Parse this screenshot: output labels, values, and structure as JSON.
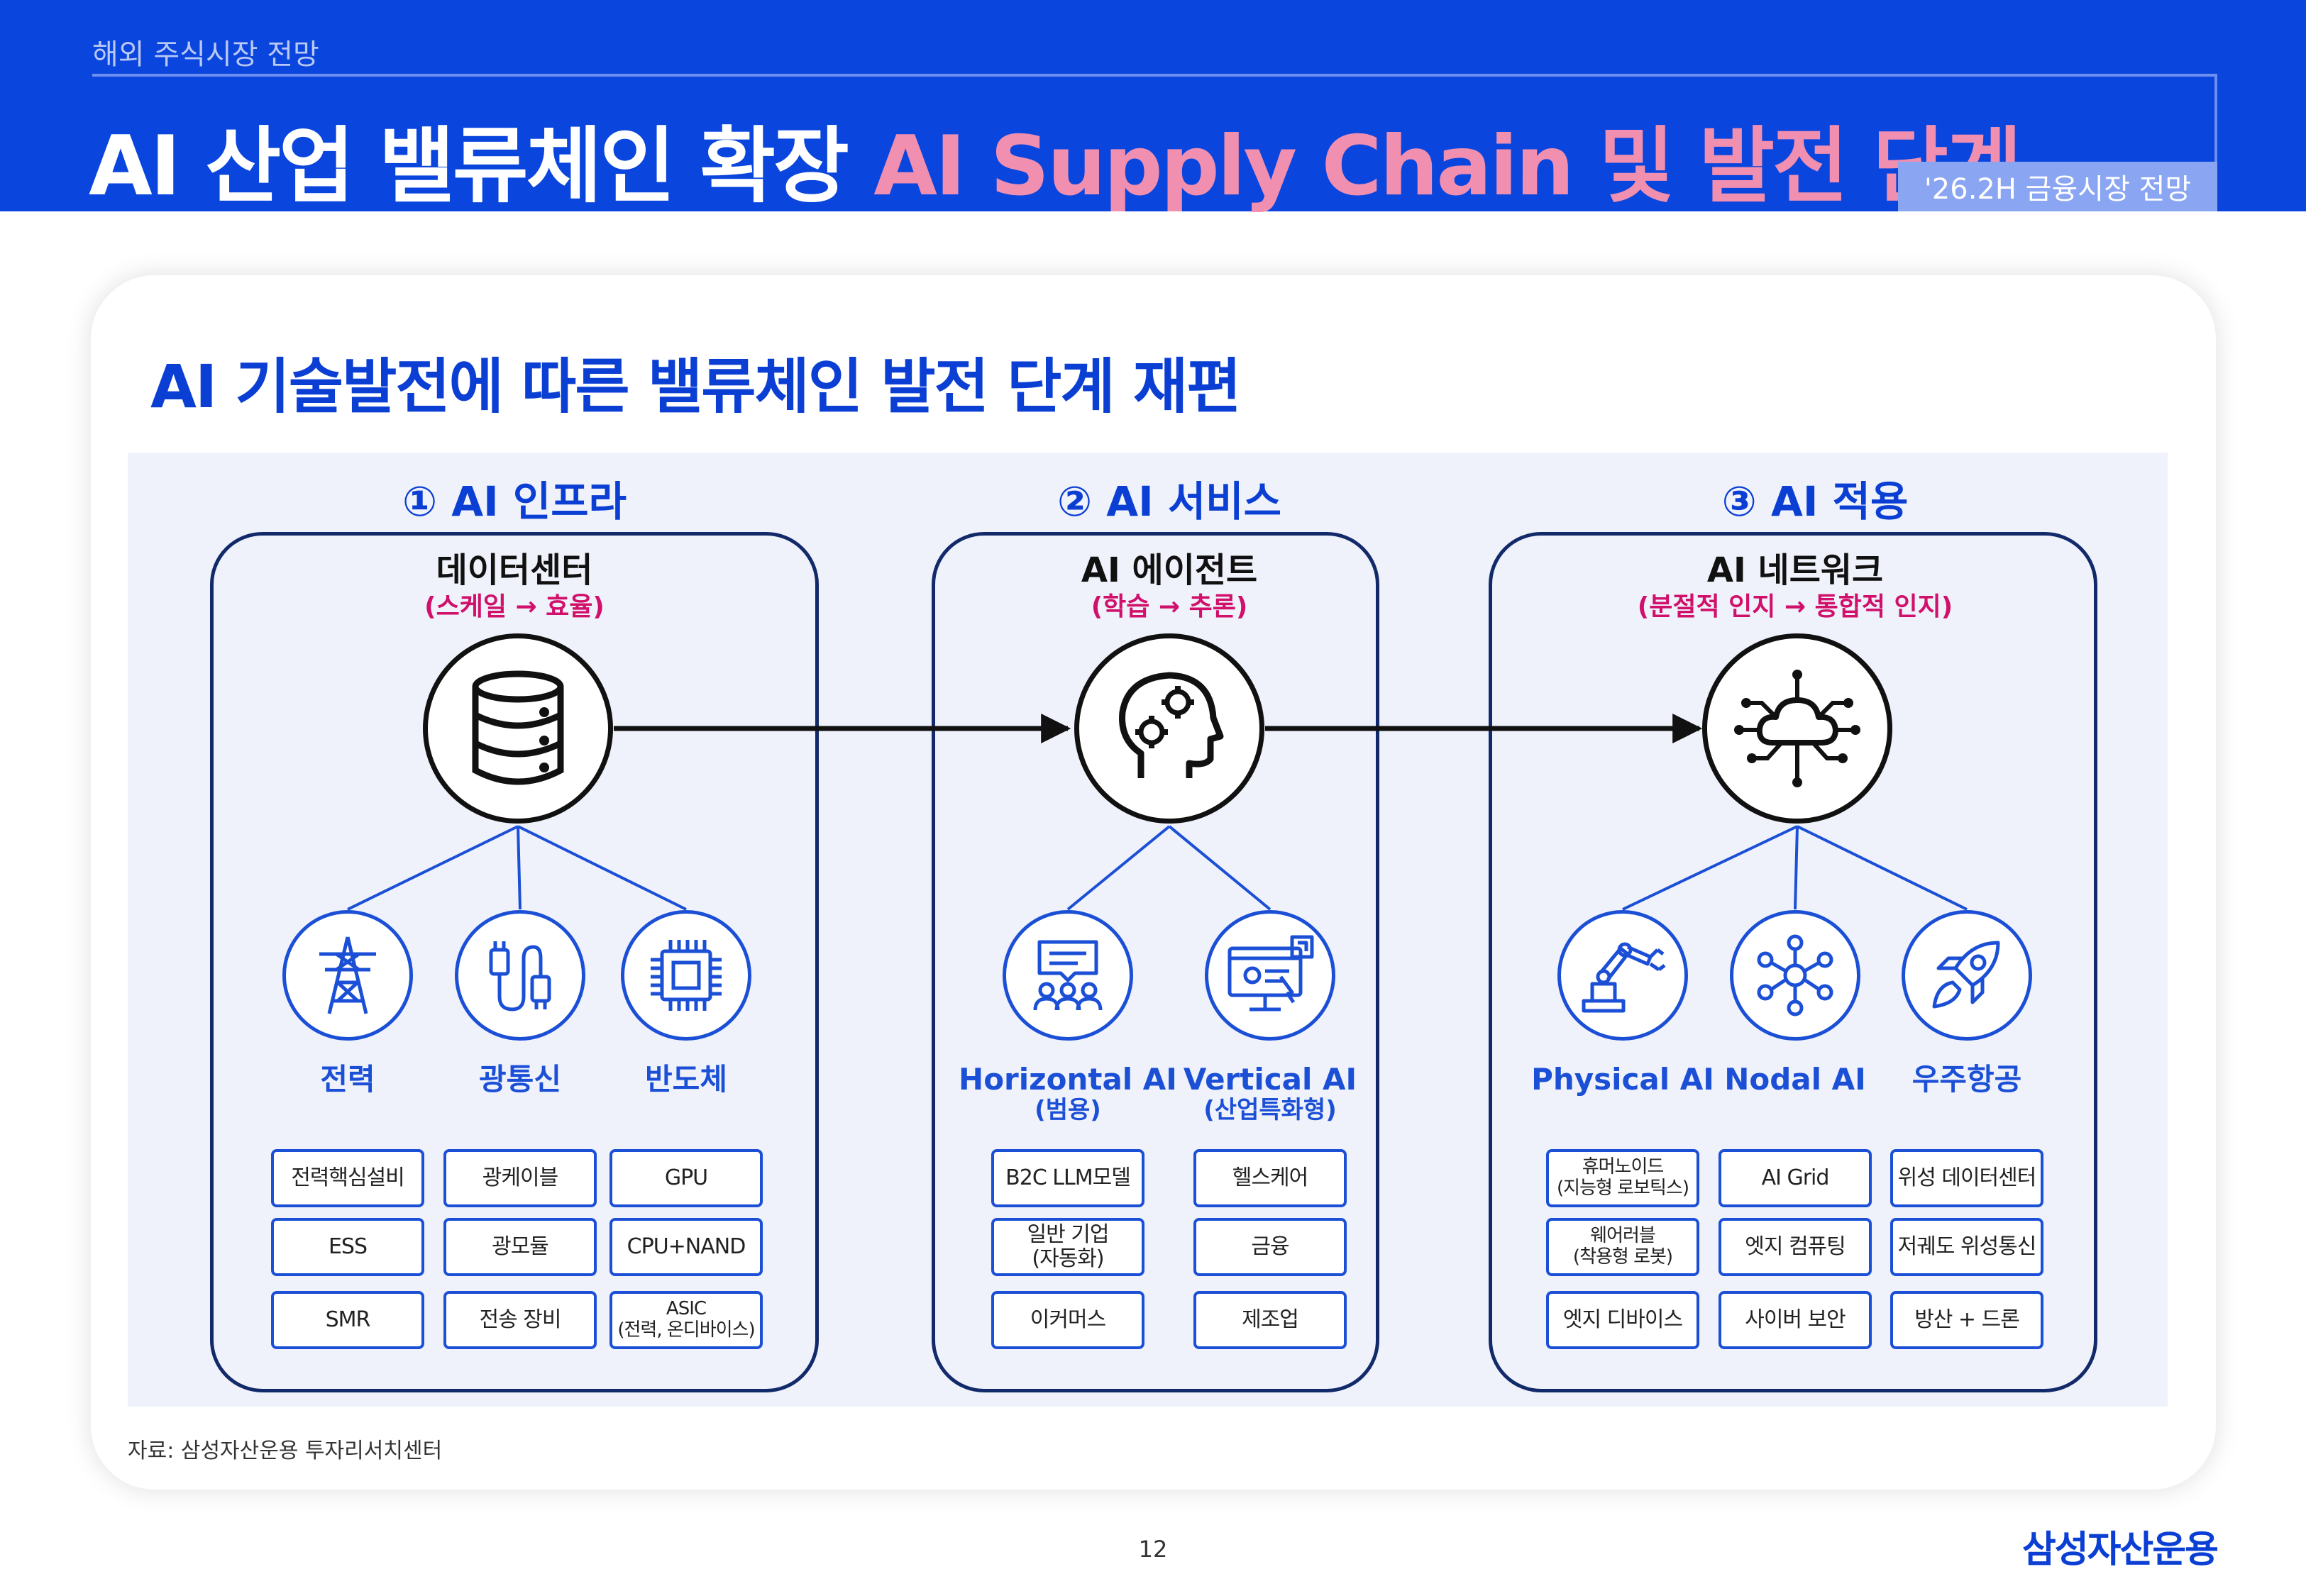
{
  "header": {
    "section": "해외 주식시장 전망",
    "title_main": "AI 산업 밸류체인 확장",
    "title_accent": "AI Supply Chain 및 발전 단계",
    "period": "'26.2H 금융시장 전망"
  },
  "card": {
    "title": "AI 기술발전에 따른 밸류체인 발전 단계 재편"
  },
  "stages": [
    {
      "stage": "① AI 인프라",
      "title": "데이터센터",
      "subtitle": "(스케일 → 효율)",
      "icon": "database-icon",
      "branches": [
        {
          "label": "전력",
          "paren": "",
          "icon": "power-tower-icon",
          "tags": [
            "전력핵심설비",
            "ESS",
            "SMR"
          ]
        },
        {
          "label": "광통신",
          "paren": "",
          "icon": "optical-cable-icon",
          "tags": [
            "광케이블",
            "광모듈",
            "전송 장비"
          ]
        },
        {
          "label": "반도체",
          "paren": "",
          "icon": "chip-icon",
          "tags": [
            "GPU",
            "CPU+NAND",
            "ASIC\n(전력, 온디바이스)"
          ]
        }
      ]
    },
    {
      "stage": "② AI 서비스",
      "title": "AI 에이전트",
      "subtitle": "(학습 → 추론)",
      "icon": "brain-gears-icon",
      "branches": [
        {
          "label": "Horizontal AI",
          "paren": "(범용)",
          "icon": "chat-users-icon",
          "tags": [
            "B2C LLM모델",
            "일반 기업\n(자동화)",
            "이커머스"
          ]
        },
        {
          "label": "Vertical AI",
          "paren": "(산업특화형)",
          "icon": "monitor-profile-icon",
          "tags": [
            "헬스케어",
            "금융",
            "제조업"
          ]
        }
      ]
    },
    {
      "stage": "③ AI 적용",
      "title": "AI 네트워크",
      "subtitle": "(분절적 인지 → 통합적 인지)",
      "icon": "cloud-network-icon",
      "branches": [
        {
          "label": "Physical AI",
          "paren": "",
          "icon": "robot-arm-icon",
          "tags": [
            "휴머노이드\n(지능형 로보틱스)",
            "웨어러블\n(착용형 로봇)",
            "엣지 디바이스"
          ]
        },
        {
          "label": "Nodal AI",
          "paren": "",
          "icon": "node-network-icon",
          "tags": [
            "AI Grid",
            "엣지 컴퓨팅",
            "사이버 보안"
          ]
        },
        {
          "label": "우주항공",
          "paren": "",
          "icon": "rocket-icon",
          "tags": [
            "위성 데이터센터",
            "저궤도 위성통신",
            "방산 + 드론"
          ]
        }
      ]
    }
  ],
  "footer": {
    "source": "자료: 삼성자산운용 투자리서치센터",
    "page": "12",
    "logo": "삼성자산운용"
  },
  "colors": {
    "brand_blue": "#0a45dd",
    "accent_pink": "#f08fb0",
    "subtitle_magenta": "#d0106a",
    "icon_blue": "#1b4fd6",
    "box_navy": "#132a6a"
  }
}
